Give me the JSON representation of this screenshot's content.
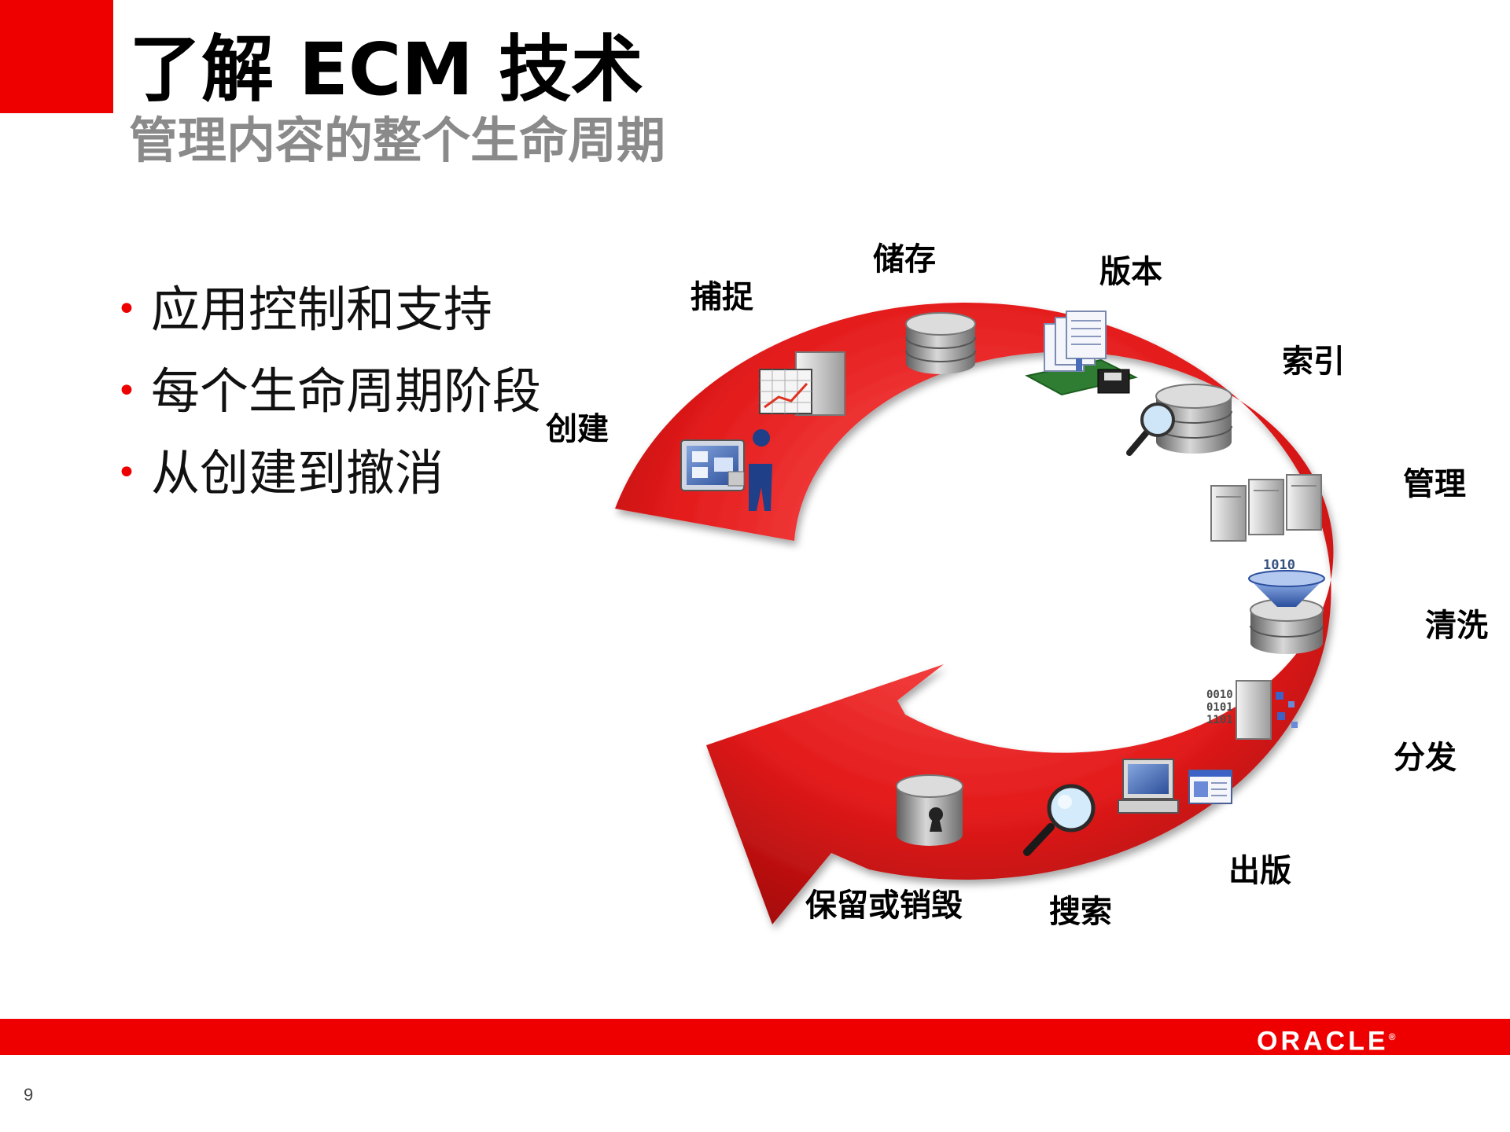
{
  "title": "了解 ECM 技术",
  "subtitle": "管理内容的整个生命周期",
  "bullets": [
    "应用控制和支持",
    "每个生命周期阶段",
    "从创建到撤消"
  ],
  "stages": [
    {
      "id": "create",
      "label": "创建",
      "icon": "user-at-terminal-icon"
    },
    {
      "id": "capture",
      "label": "捕捉",
      "icon": "server-chart-icon"
    },
    {
      "id": "store",
      "label": "储存",
      "icon": "database-icon"
    },
    {
      "id": "version",
      "label": "版本",
      "icon": "documents-disk-icon"
    },
    {
      "id": "index",
      "label": "索引",
      "icon": "database-magnifier-icon"
    },
    {
      "id": "manage",
      "label": "管理",
      "icon": "servers-icon"
    },
    {
      "id": "cleanse",
      "label": "清洗",
      "icon": "binary-funnel-database-icon"
    },
    {
      "id": "distribute",
      "label": "分发",
      "icon": "binary-server-icon"
    },
    {
      "id": "publish",
      "label": "出版",
      "icon": "computer-webpage-icon"
    },
    {
      "id": "search",
      "label": "搜索",
      "icon": "magnifier-icon"
    },
    {
      "id": "retain",
      "label": "保留或销毁",
      "icon": "locked-database-icon"
    }
  ],
  "icon_binary_text": [
    "1010",
    "1010",
    "0010",
    "0101",
    "1101"
  ],
  "brand_logo": "ORACLE",
  "page_number": "9",
  "colors": {
    "accent_red": "#ee0000",
    "subtitle_gray": "#8a8a8a",
    "arrow_red": "#e31b1b"
  }
}
